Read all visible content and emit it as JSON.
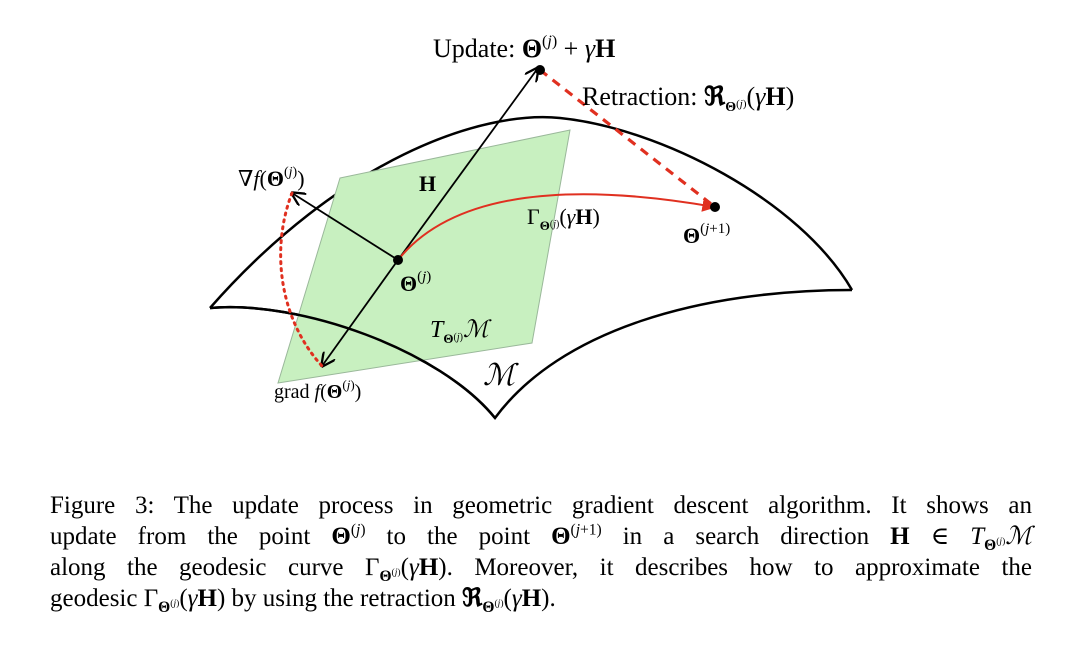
{
  "diagram": {
    "update_label_text": "Update: ",
    "update_expr": "Θ(j) + γH",
    "retraction_label_text": "Retraction: ",
    "retraction_expr": "ℜΘ(j)(γH)",
    "nabla_label": "∇f(Θ(j))",
    "h_label": "H",
    "geodesic_label": "ΓΘ(j)(γH)",
    "next_point_label": "Θ(j+1)",
    "current_point_label": "Θ(j)",
    "tangent_space_label": "TΘ(j)M",
    "grad_label": "grad f(Θ(j))",
    "manifold_label": "M",
    "colors": {
      "tangent_plane": "#c8f0c0",
      "geodesic": "#e03020",
      "retraction": "#e03020",
      "dotted": "#e03020"
    }
  },
  "caption": {
    "figure_label": "Figure 3:",
    "text": "The update process in geometric gradient descent algorithm. It shows an update from the point Θ(j) to the point Θ(j+1) in a search direction H ∈ TΘ(j)M along the geodesic curve ΓΘ(j)(γH). Moreover, it describes how to approximate the geodesic ΓΘ(j)(γH) by using the retraction ℜΘ(j)(γH)."
  }
}
